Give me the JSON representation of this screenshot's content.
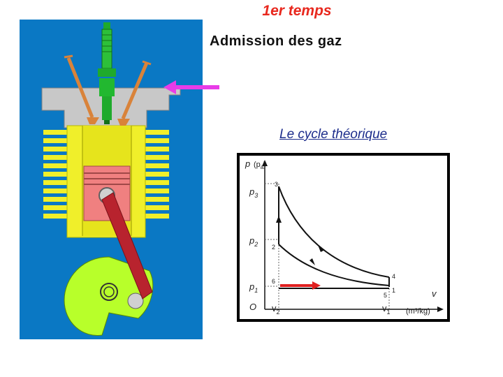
{
  "slide": {
    "title": "1er temps",
    "subtitle": "Admission des gaz",
    "link_text": "Le cycle théorique"
  },
  "diagram": {
    "axes": {
      "y_label": "p",
      "y_label_paren": "(p",
      "y_label_sub": "a",
      "x_label": "v",
      "x_unit": "(m³/kg)",
      "origin": "O"
    },
    "pressure_ticks": [
      {
        "label": "p",
        "sub": "3"
      },
      {
        "label": "p",
        "sub": "2"
      },
      {
        "label": "p",
        "sub": "1"
      }
    ],
    "volume_ticks": [
      {
        "label": "v",
        "sub": "2"
      },
      {
        "label": "v",
        "sub": "1"
      }
    ],
    "points": [
      "3",
      "2",
      "6",
      "4",
      "1",
      "5"
    ]
  },
  "colors": {
    "background_blue": "#0a78c4",
    "cylinder_yellow": "#f0ef2a",
    "piston_pink": "#f08080",
    "rod_red": "#b8232e",
    "crank_green": "#b8ff2a",
    "head_gray": "#c8c8c8",
    "spark_plug_green": "#1faa2c",
    "intake_arrow": "#e83ce8",
    "cycle_arrow": "#e02020",
    "title_red": "#e8281e",
    "link_blue": "#1d2d8c"
  },
  "icons": {
    "intake_arrow": "arrow-left-icon"
  }
}
